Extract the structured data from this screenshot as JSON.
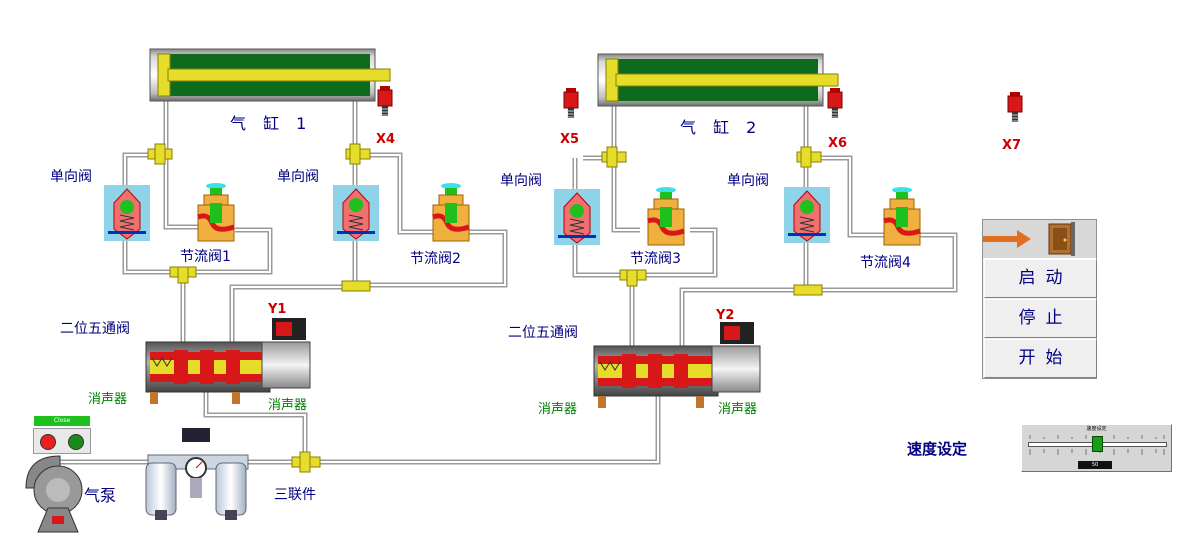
{
  "cylinders": [
    {
      "label": "气 缸 1"
    },
    {
      "label": "气 缸 2"
    }
  ],
  "check_valves": [
    "单向阀",
    "单向阀",
    "单向阀",
    "单向阀"
  ],
  "throttle_valves": [
    "节流阀1",
    "节流阀2",
    "节流阀3",
    "节流阀4"
  ],
  "directional_valves": [
    {
      "label": "二位五通阀",
      "coil": "Y1"
    },
    {
      "label": "二位五通阀",
      "coil": "Y2"
    }
  ],
  "mufflers": [
    "消声器",
    "消声器",
    "消声器",
    "消声器"
  ],
  "sensors": [
    "X4",
    "X5",
    "X6",
    "X7"
  ],
  "pump": {
    "label": "气泵",
    "status": "Close"
  },
  "frl": {
    "label": "三联件"
  },
  "control_panel": {
    "start": "启动",
    "stop": "停止",
    "begin": "开始"
  },
  "speed": {
    "label": "速度设定",
    "slider_title": "速度设定",
    "level_fraction": 0.5,
    "value_text": "50"
  },
  "colors": {
    "pipe": "#c8c8c8",
    "cylinder_body": "#0e6b1e",
    "rod": "#e6dc2a",
    "valve_red": "#d81818",
    "label": "#000080",
    "green_label": "#008000"
  }
}
